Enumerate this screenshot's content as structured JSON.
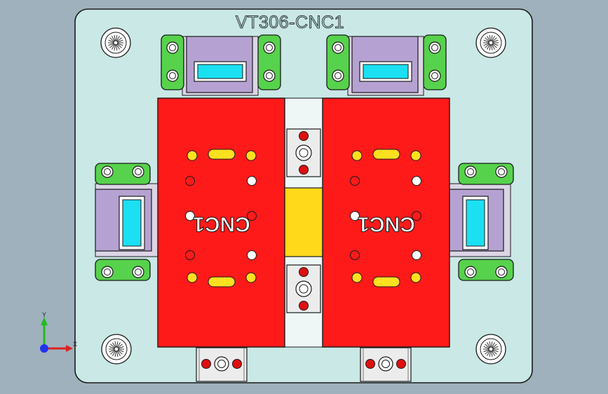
{
  "title": "VT306-CNC1",
  "plate_labels": [
    "CNC1",
    "CNC1"
  ],
  "axes": {
    "x_label": "X",
    "y_label": "Y"
  },
  "colors": {
    "background": "#9fb1bd",
    "base_plate": "#c9e8e6",
    "red_plate": "#ff1a1a",
    "green_clamp": "#57d24c",
    "lilac_block": "#b6a2d2",
    "cyan_window": "#1ae0f2",
    "yellow_center": "#ffd91a",
    "yellow_hole": "#ffe020",
    "grey_block": "#ececec"
  },
  "icons": [
    "screw-icon",
    "pin-hole-icon",
    "slot-hole-icon",
    "axis-triad-icon"
  ]
}
